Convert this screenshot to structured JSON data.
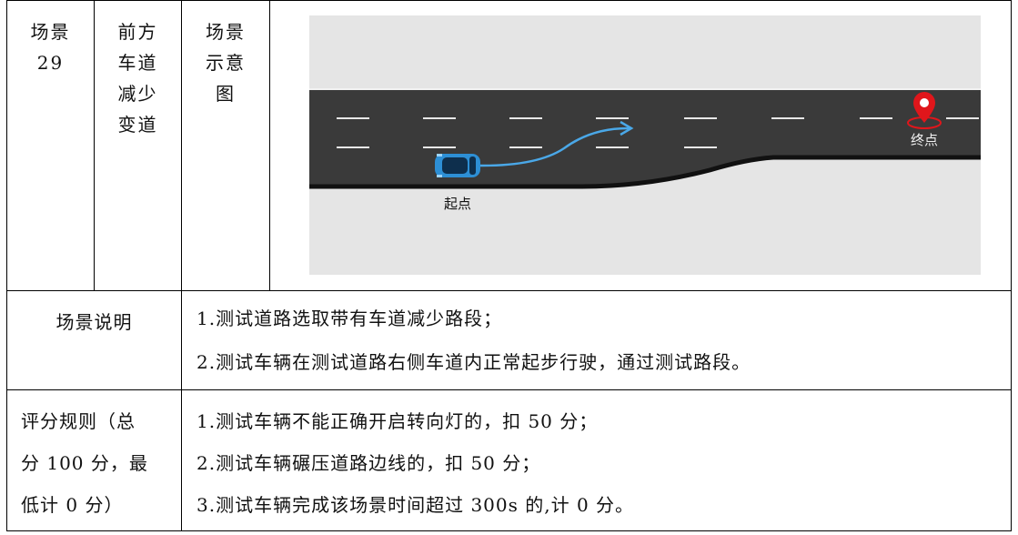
{
  "row1": {
    "col1": [
      "场景",
      "29"
    ],
    "col2": [
      "前方",
      "车道",
      "减少",
      "变道"
    ],
    "col3": [
      "场景",
      "示意",
      "图"
    ],
    "diagram": {
      "start_label": "起点",
      "end_label": "终点"
    }
  },
  "row2": {
    "label": "场景说明",
    "items": [
      "1.测试道路选取带有车道减少路段；",
      "2.测试车辆在测试道路右侧车道内正常起步行驶，通过测试路段。"
    ]
  },
  "row3": {
    "label_lines": [
      "评分规则（总",
      "分 100 分，最",
      "低计 0 分）"
    ],
    "items": [
      "1.测试车辆不能正确开启转向灯的，扣 50 分；",
      "2.测试车辆碾压道路边线的，扣 50 分；",
      "3.测试车辆完成该场景时间超过 300s 的,计 0 分。"
    ]
  },
  "colors": {
    "border": "#000000",
    "road": "#3a3a3a",
    "background": "#e5e5e5",
    "path": "#4aa8e8",
    "car": "#2d8fd5",
    "marker": "#e0161b"
  }
}
